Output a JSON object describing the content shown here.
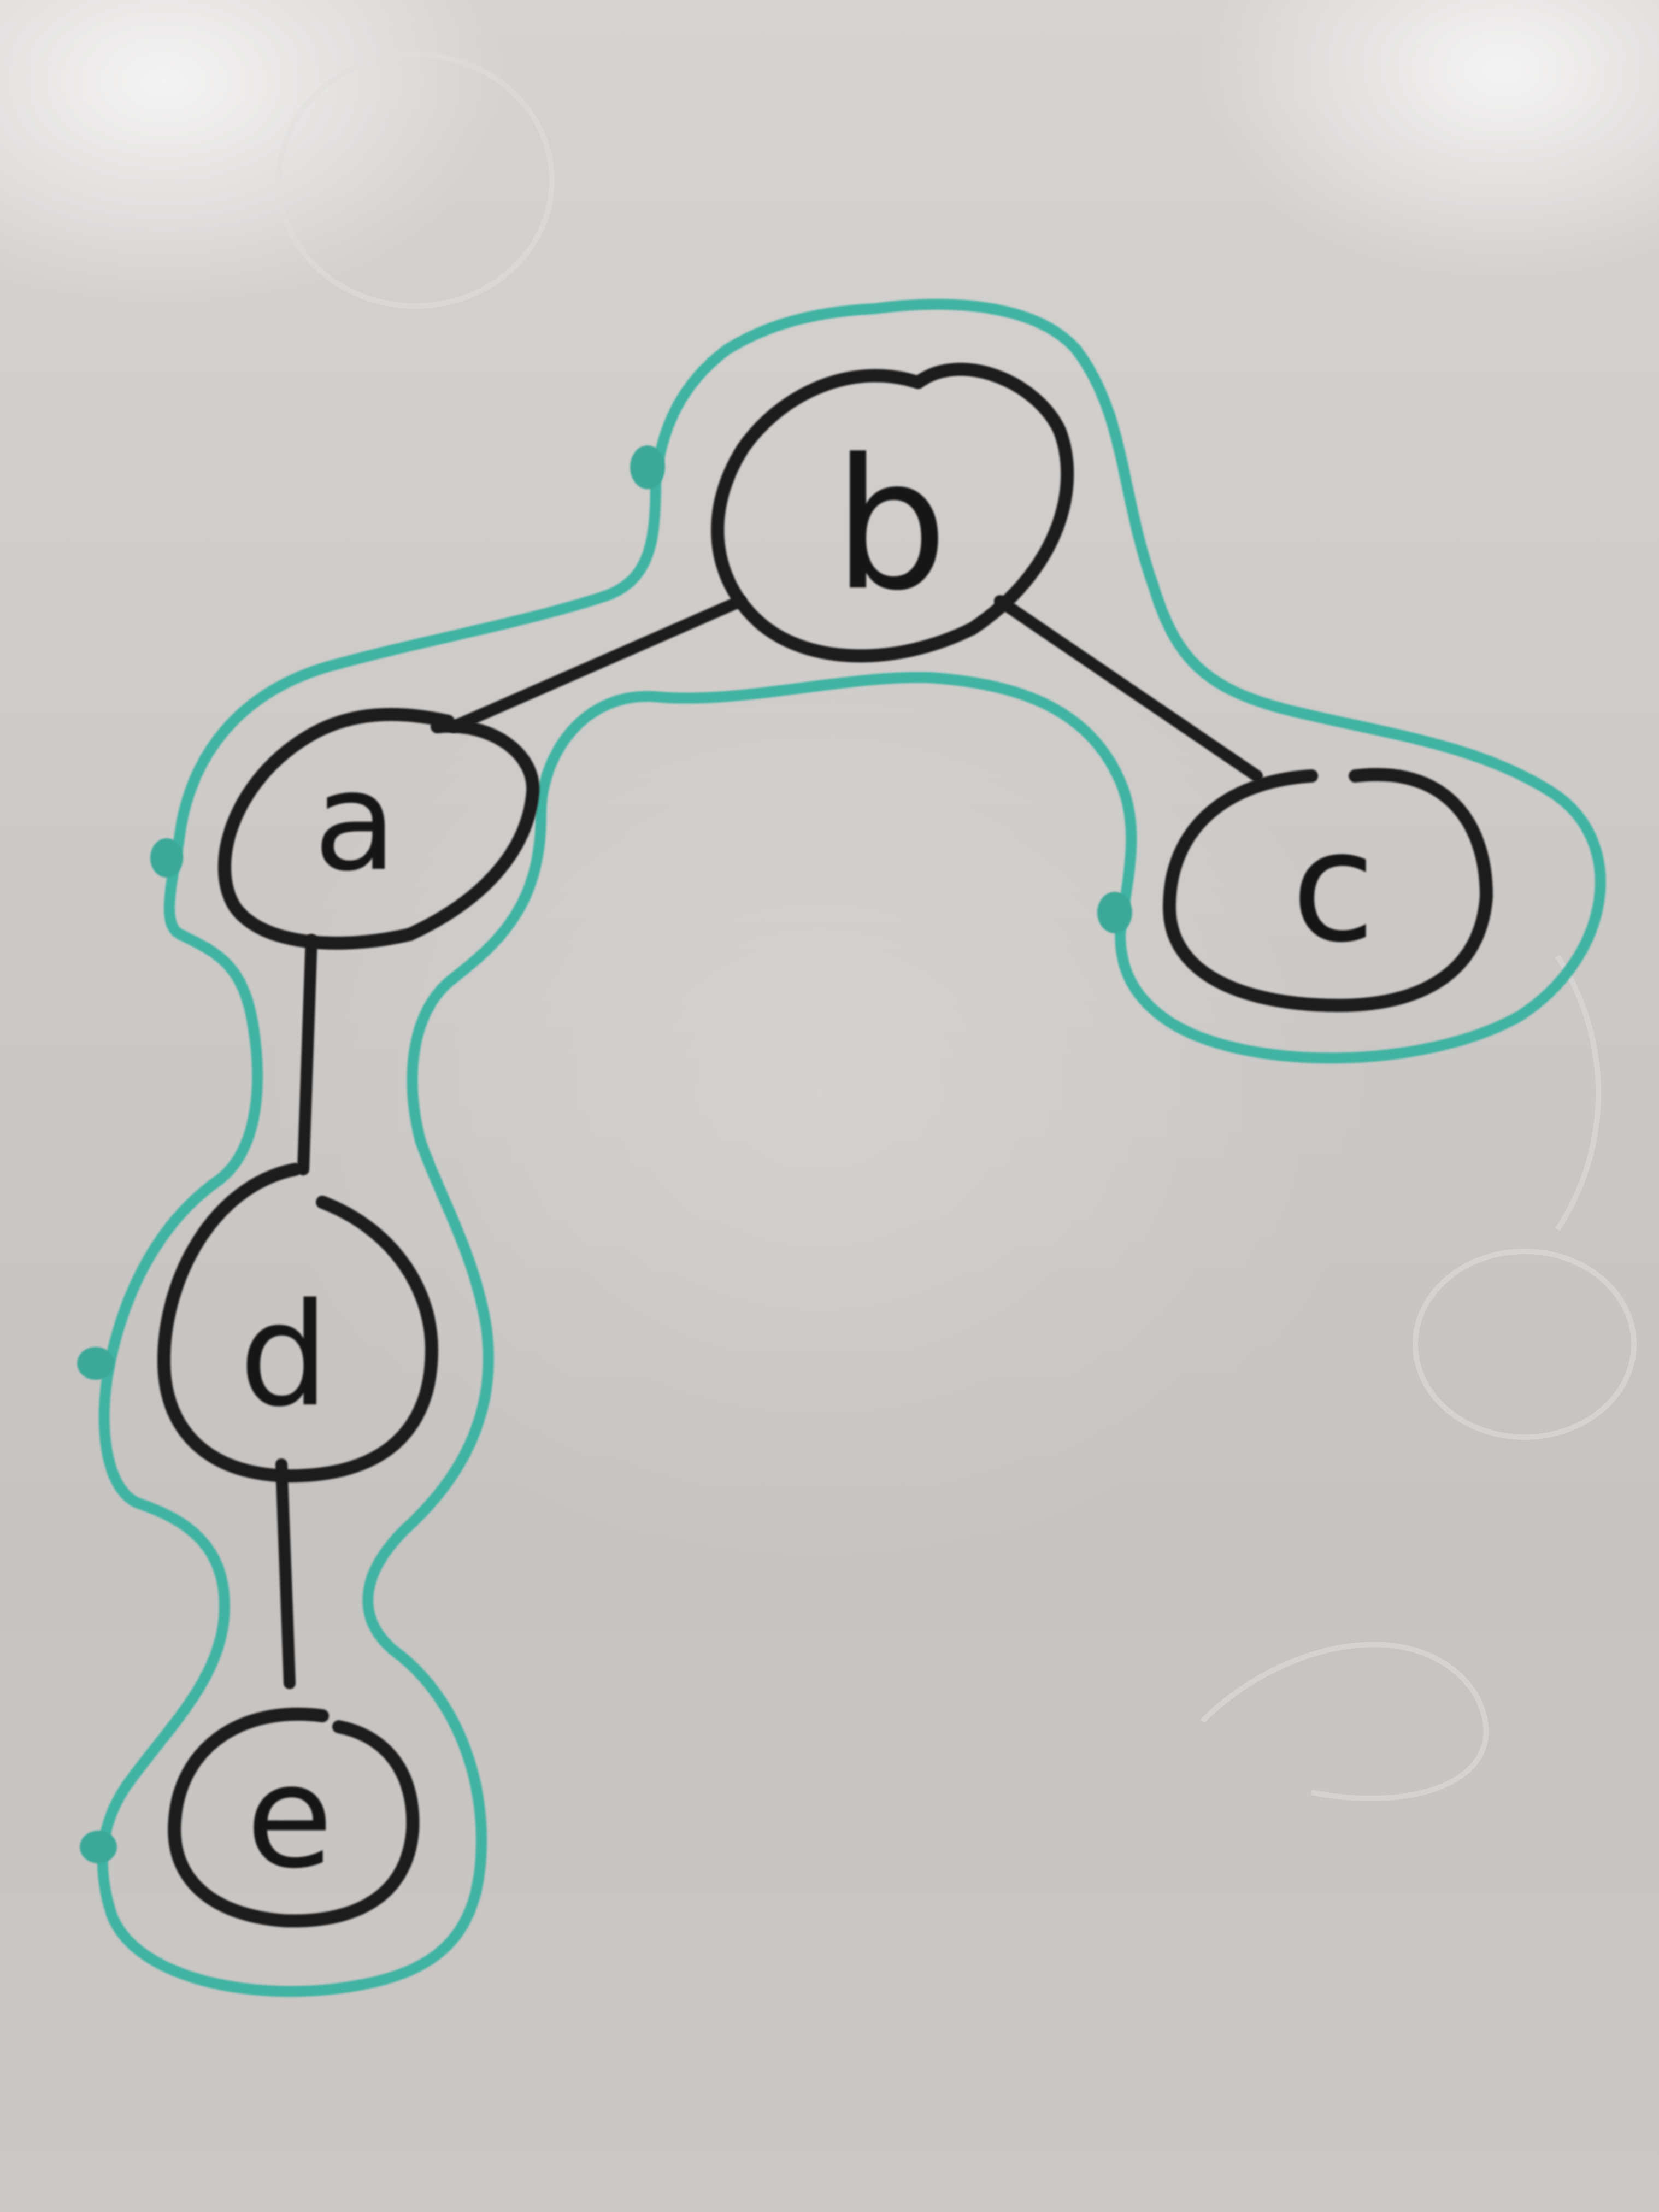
{
  "diagram": {
    "nodes": [
      {
        "id": "b",
        "label": "b"
      },
      {
        "id": "a",
        "label": "a"
      },
      {
        "id": "c",
        "label": "c"
      },
      {
        "id": "d",
        "label": "d"
      },
      {
        "id": "e",
        "label": "e"
      }
    ],
    "edges": [
      {
        "from": "b",
        "to": "a"
      },
      {
        "from": "b",
        "to": "c"
      },
      {
        "from": "a",
        "to": "d"
      },
      {
        "from": "d",
        "to": "e"
      }
    ],
    "colors": {
      "node_stroke": "#1a1a1a",
      "outline": "#3fb3a3",
      "board": "#cbc8c6"
    }
  }
}
